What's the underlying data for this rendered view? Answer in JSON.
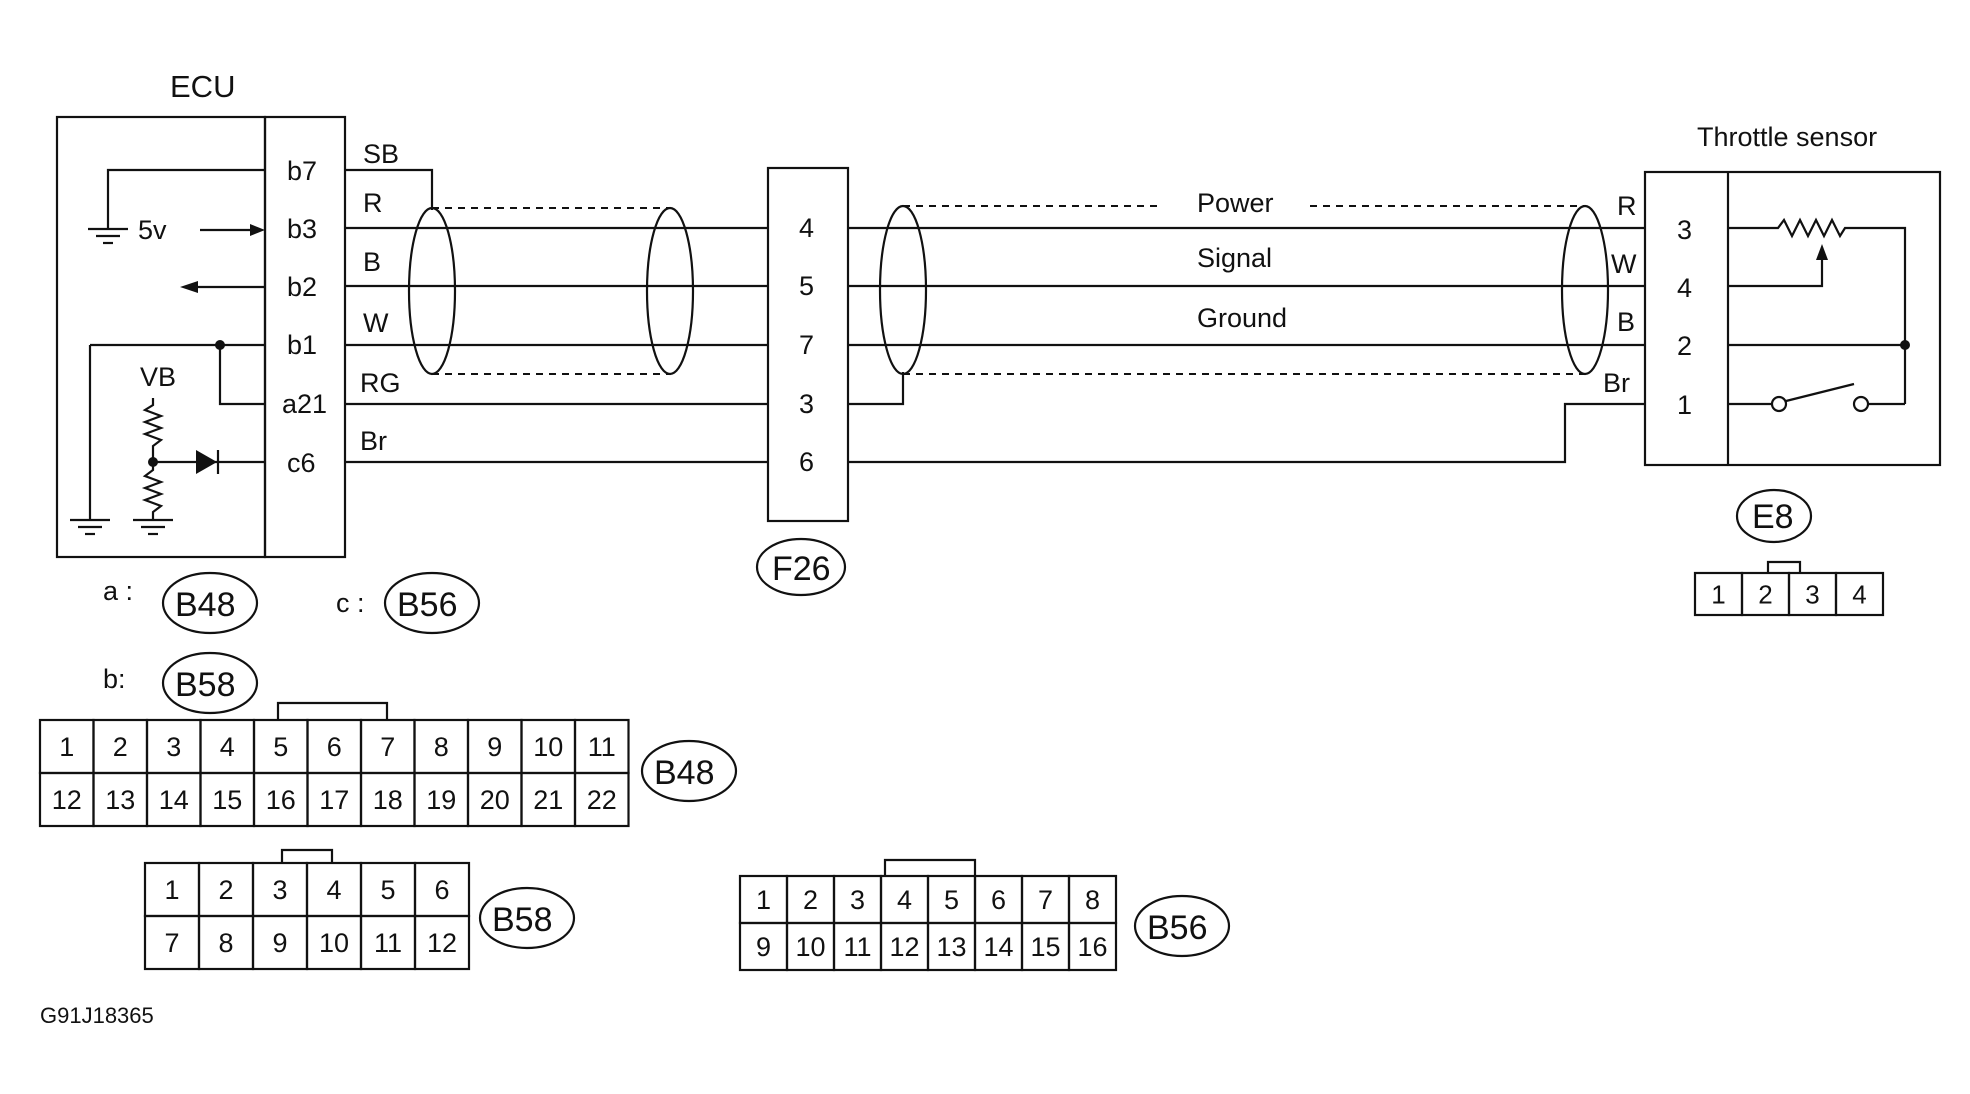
{
  "ecu": {
    "title": "ECU",
    "pins": [
      "b7",
      "b3",
      "b2",
      "b1",
      "a21",
      "c6"
    ],
    "supply_label": "5v",
    "vb_label": "VB"
  },
  "wires": {
    "colors_ecu": [
      "SB",
      "R",
      "B",
      "W",
      "RG",
      "Br"
    ],
    "colors_sensor": [
      "R",
      "W",
      "B",
      "Br"
    ],
    "functions": [
      "Power",
      "Signal",
      "Ground"
    ]
  },
  "f26": {
    "label": "F26",
    "pins": [
      "4",
      "5",
      "7",
      "3",
      "6"
    ]
  },
  "sensor": {
    "title": "Throttle sensor",
    "pins": [
      "3",
      "4",
      "2",
      "1"
    ]
  },
  "e8": {
    "label": "E8",
    "pins": [
      "1",
      "2",
      "3",
      "4"
    ]
  },
  "legend": {
    "a_key": "a :",
    "a_val": "B48",
    "b_key": "b:",
    "b_val": "B58",
    "c_key": "c :",
    "c_val": "B56"
  },
  "b48": {
    "label": "B48",
    "row1": [
      "1",
      "2",
      "3",
      "4",
      "5",
      "6",
      "7",
      "8",
      "9",
      "10",
      "11"
    ],
    "row2": [
      "12",
      "13",
      "14",
      "15",
      "16",
      "17",
      "18",
      "19",
      "20",
      "21",
      "22"
    ]
  },
  "b58": {
    "label": "B58",
    "row1": [
      "1",
      "2",
      "3",
      "4",
      "5",
      "6"
    ],
    "row2": [
      "7",
      "8",
      "9",
      "10",
      "11",
      "12"
    ]
  },
  "b56": {
    "label": "B56",
    "row1": [
      "1",
      "2",
      "3",
      "4",
      "5",
      "6",
      "7",
      "8"
    ],
    "row2": [
      "9",
      "10",
      "11",
      "12",
      "13",
      "14",
      "15",
      "16"
    ]
  },
  "figure_id": "G91J18365"
}
